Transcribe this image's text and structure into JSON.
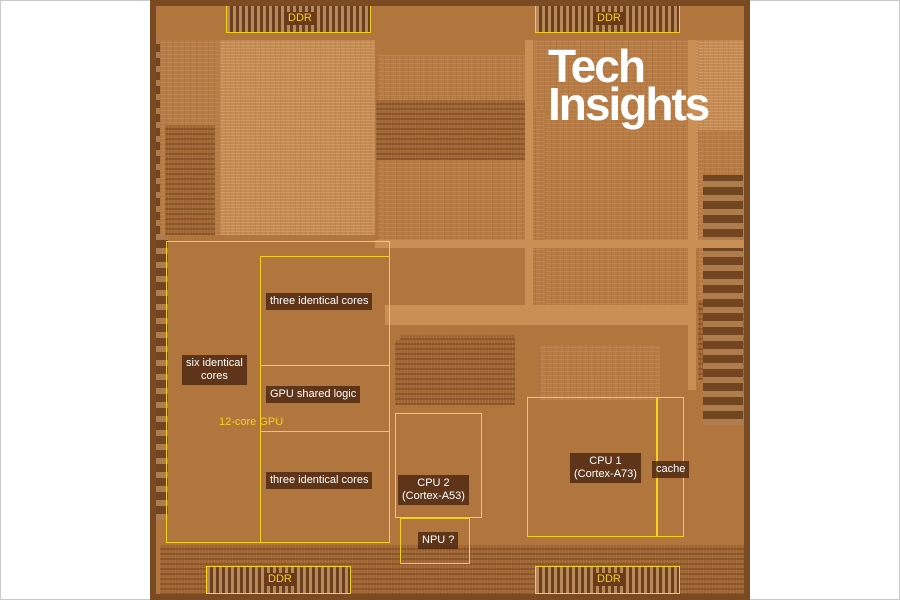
{
  "logo": {
    "line1": "Tech",
    "line2": "Insights"
  },
  "labels": {
    "ddr_top_left": "DDR",
    "ddr_top_right": "DDR",
    "ddr_bottom_left": "DDR",
    "ddr_bottom_right": "DDR",
    "gpu_six_line1": "six identical",
    "gpu_six_line2": "cores",
    "gpu_three_top": "three identical cores",
    "gpu_shared": "GPU shared logic",
    "gpu_three_bottom": "three identical cores",
    "gpu_title": "12-core GPU",
    "cpu2_line1": "CPU 2",
    "cpu2_line2": "(Cortex-A53)",
    "npu": "NPU ?",
    "cpu1_line1": "CPU 1",
    "cpu1_line2": "(Cortex-A73)",
    "cache": "cache"
  },
  "colors": {
    "die": "#b1763e",
    "outline": "#f2d21c",
    "label_text": "#ffffff"
  }
}
